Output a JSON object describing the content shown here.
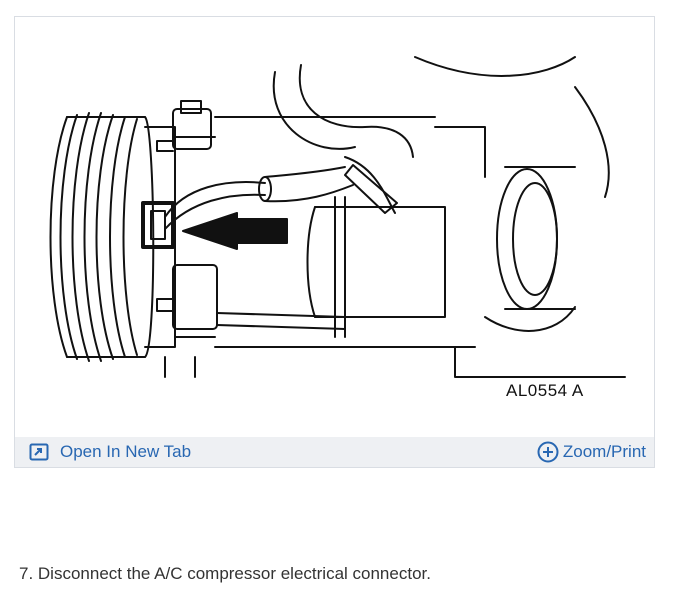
{
  "figure": {
    "diagram_code": "AL0554 A",
    "description_icon": "ac-compressor-connector-diagram"
  },
  "toolbar": {
    "open_tab_label": "Open In New Tab",
    "open_tab_icon": "open-external-icon",
    "zoom_label": "Zoom/Print",
    "zoom_icon": "plus-circle-icon",
    "link_color": "#2867b2",
    "background": "#eef0f3"
  },
  "step": {
    "text": "7. Disconnect the A/C compressor electrical connector."
  }
}
